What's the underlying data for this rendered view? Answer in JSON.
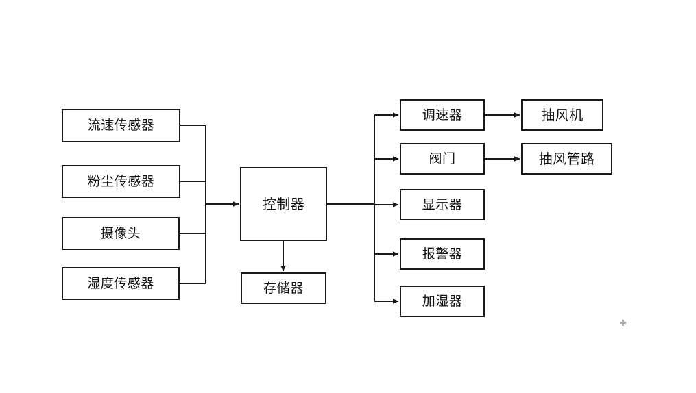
{
  "diagram": {
    "type": "block-diagram",
    "title": "",
    "background_color": "#ffffff",
    "line_color": "#1a1a1a",
    "text_color": "#111111",
    "inputs": [
      {
        "id": "flow-sensor",
        "label": "流速传感器"
      },
      {
        "id": "dust-sensor",
        "label": "粉尘传感器"
      },
      {
        "id": "camera",
        "label": "摄像头"
      },
      {
        "id": "humidity-sensor",
        "label": "湿度传感器"
      }
    ],
    "core": {
      "controller": {
        "id": "controller",
        "label": "控制器"
      },
      "storage": {
        "id": "storage",
        "label": "存储器"
      }
    },
    "outputs": [
      {
        "id": "speed-regulator",
        "label": "调速器"
      },
      {
        "id": "valve",
        "label": "阀门"
      },
      {
        "id": "display",
        "label": "显示器"
      },
      {
        "id": "alarm",
        "label": "报警器"
      },
      {
        "id": "humidifier",
        "label": "加湿器"
      }
    ],
    "actuators": [
      {
        "id": "exhaust-fan",
        "label": "抽风机"
      },
      {
        "id": "exhaust-duct",
        "label": "抽风管路"
      }
    ],
    "connections": [
      {
        "from": "流速传感器",
        "to": "控制器"
      },
      {
        "from": "粉尘传感器",
        "to": "控制器"
      },
      {
        "from": "摄像头",
        "to": "控制器"
      },
      {
        "from": "湿度传感器",
        "to": "控制器"
      },
      {
        "from": "控制器",
        "to": "存储器"
      },
      {
        "from": "控制器",
        "to": "调速器"
      },
      {
        "from": "控制器",
        "to": "阀门"
      },
      {
        "from": "控制器",
        "to": "显示器"
      },
      {
        "from": "控制器",
        "to": "报警器"
      },
      {
        "from": "控制器",
        "to": "加湿器"
      },
      {
        "from": "调速器",
        "to": "抽风机"
      },
      {
        "from": "阀门",
        "to": "抽风管路"
      }
    ]
  }
}
